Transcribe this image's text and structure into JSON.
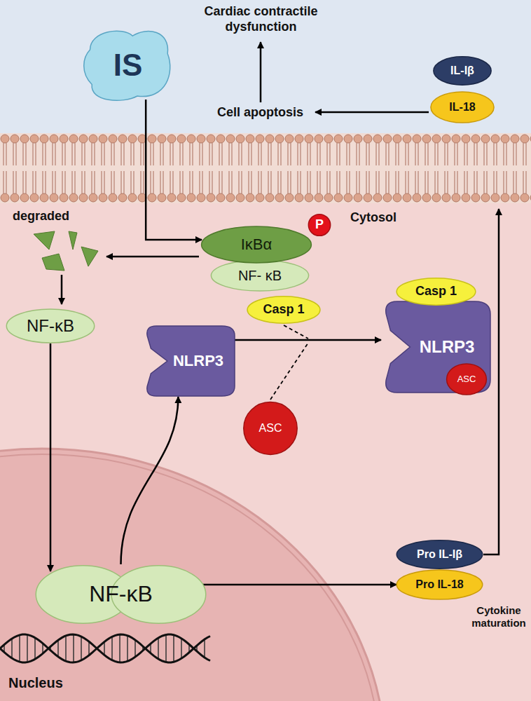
{
  "diagram": {
    "nodes": [
      {
        "text": [
          "IS"
        ]
      },
      {
        "text": [
          "IκBα"
        ]
      },
      {
        "text": [
          "P"
        ]
      },
      {
        "text": [
          "NF- κB"
        ]
      },
      {
        "text": [
          "NF-κB"
        ]
      },
      {
        "text": [
          "Casp 1"
        ]
      },
      {
        "text": [
          "NLRP3"
        ]
      },
      {
        "text": [
          "ASC"
        ]
      },
      {
        "text": [
          "Casp 1"
        ]
      },
      {
        "text": [
          "NLRP3"
        ]
      },
      {
        "text": [
          "ASC"
        ],
        "in": 9
      },
      {
        "text": [
          "NF-κB"
        ]
      },
      {
        "text": [
          "Pro IL-Iβ"
        ]
      },
      {
        "text": [
          "Pro IL-18"
        ]
      },
      {
        "text": [
          "IL-Iβ"
        ]
      },
      {
        "text": [
          "IL-18"
        ]
      }
    ],
    "edges": [
      {
        "from": 0,
        "to": 1,
        "arrow": "to"
      },
      {
        "from": 4,
        "to": 11,
        "arrow": "to"
      },
      {
        "from": 11,
        "to": 6,
        "arrow": "to"
      },
      {
        "from": 6,
        "to": 9,
        "arrow": "to"
      },
      {
        "from": 11,
        "to": 13,
        "arrow": "to"
      }
    ],
    "labels": [
      "Cardiac contractile dysfunction",
      "Cell apoptosis",
      "degraded",
      "Cytosol",
      "Cytokine maturation",
      "Nucleus"
    ]
  }
}
